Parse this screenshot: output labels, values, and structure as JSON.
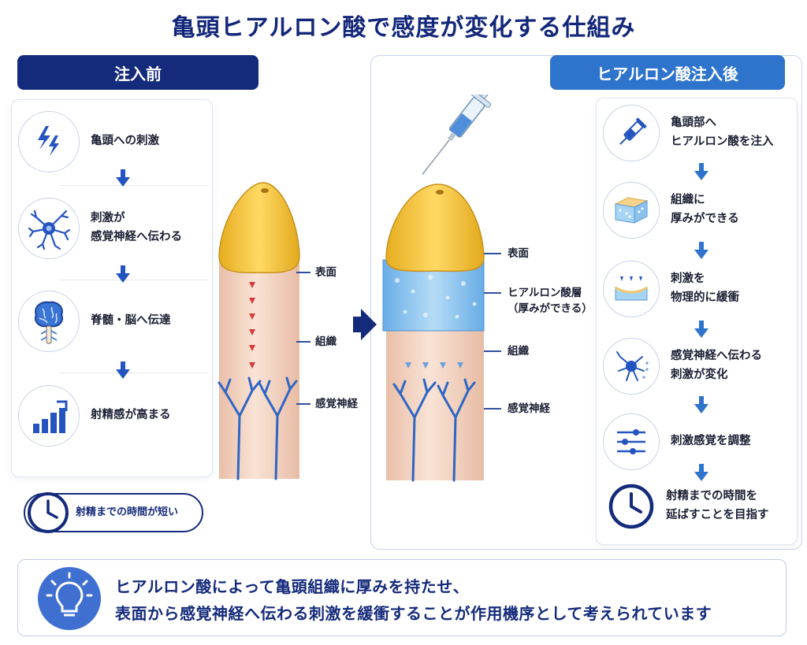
{
  "title": "亀頭ヒアルロン酸で感度が変化する仕組み",
  "before": {
    "header": "注入前",
    "steps": [
      {
        "icon": "lightning-icon",
        "label": "亀頭への刺激"
      },
      {
        "icon": "neuron-icon",
        "label": "刺激が\n感覚神経へ伝わる"
      },
      {
        "icon": "brain-spine-icon",
        "label": "脊髄・脳へ伝達"
      },
      {
        "icon": "bar-chart-up-icon",
        "label": "射精感が高まる"
      }
    ],
    "result": "射精までの時間が短い"
  },
  "after": {
    "header": "ヒアルロン酸注入後",
    "steps": [
      {
        "icon": "syringe-icon",
        "label": "亀頭部へ\nヒアルロン酸を注入"
      },
      {
        "icon": "tissue-layer-icon",
        "label": "組織に\n厚みができる"
      },
      {
        "icon": "cushion-icon",
        "label": "刺激を\n物理的に緩衝"
      },
      {
        "icon": "neuron-icon",
        "label": "感覚神経へ伝わる\n刺激が変化"
      },
      {
        "icon": "sliders-icon",
        "label": "刺激感覚を調整"
      },
      {
        "icon": "clock-icon",
        "label": "射精までの時間を\n延ばすことを目指す"
      }
    ]
  },
  "diagram_before": {
    "labels": [
      "表面",
      "組織",
      "感覚神経"
    ]
  },
  "diagram_after": {
    "labels": [
      "表面",
      "ヒアルロン酸層\n（厚みができる）",
      "組織",
      "感覚神経"
    ]
  },
  "summary": {
    "line1": "ヒアルロン酸によって亀頭組織に厚みを持たせ、",
    "line2": "表面から感覚神経へ伝わる刺激を緩衝することが作用機序として考えられています"
  },
  "colors": {
    "navy": "#142a7a",
    "accent_blue": "#2e74cc",
    "glans_yellow": "#f2c53d",
    "skin": "#f6d9c8",
    "nerve_blue": "#2f66c4",
    "arrow_red": "#d83a3a",
    "gel_blue": "#8cc4ef"
  }
}
